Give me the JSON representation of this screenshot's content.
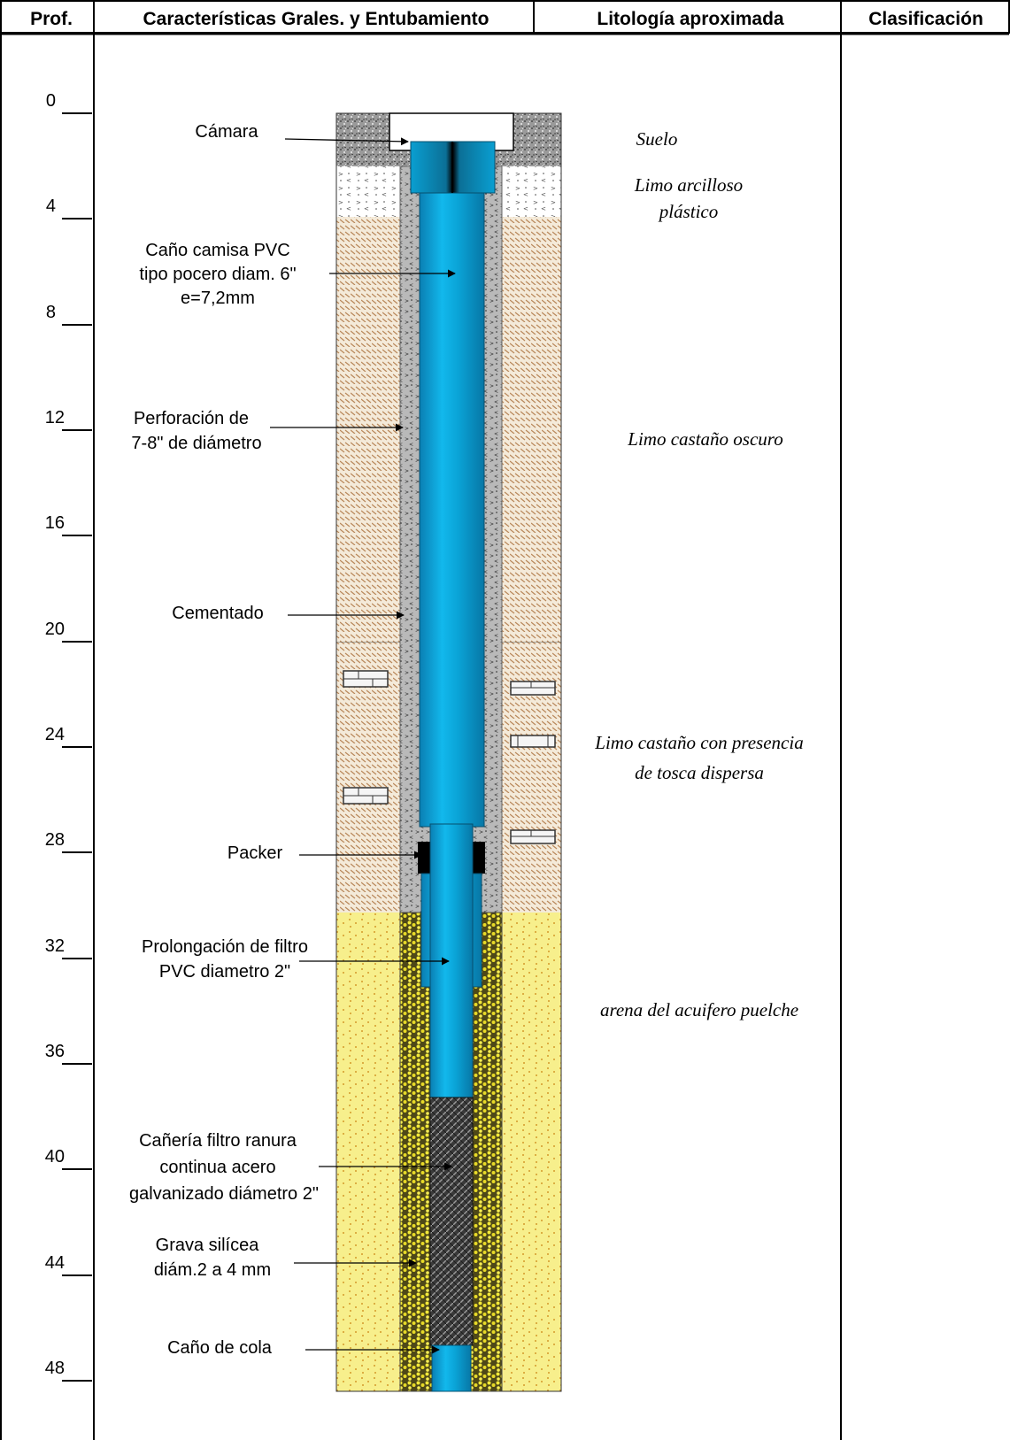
{
  "headers": {
    "depth": "Prof.",
    "construction": "Características Grales. y Entubamiento",
    "lithology": "Litología aproximada",
    "classification": "Clasificación"
  },
  "depth_ticks": [
    "0",
    "4",
    "8",
    "12",
    "16",
    "20",
    "24",
    "28",
    "32",
    "36",
    "40",
    "44",
    "48"
  ],
  "labels": {
    "camara": "Cámara",
    "camisa_1": "Caño camisa PVC",
    "camisa_2": "tipo pocero diam. 6\"",
    "camisa_3": "e=7,2mm",
    "perforacion_1": "Perforación de",
    "perforacion_2": "7-8\" de diámetro",
    "cementado": "Cementado",
    "packer": "Packer",
    "prolongacion_1": "Prolongación de filtro",
    "prolongacion_2": "PVC  diametro 2\"",
    "filtro_1": "Cañería filtro ranura",
    "filtro_2": "continua acero",
    "filtro_3": "galvanizado diámetro 2\"",
    "grava_1": "Grava silícea",
    "grava_2": "diám.2 a 4 mm",
    "cola": "Caño de cola"
  },
  "lithology": {
    "suelo": "Suelo",
    "limo_arc_1": "Limo arcilloso",
    "limo_arc_2": "plástico",
    "limo_castano": "Limo castaño oscuro",
    "tosca_1": "Limo castaño con presencia",
    "tosca_2": "de tosca dispersa",
    "arena": "arena del acuifero puelche"
  },
  "colors": {
    "pipe": "#0a9fd1",
    "sand": "#f7ef8c",
    "silt": "#f4ead9",
    "cement": "#b9b9b9",
    "gravel": "#c8b400",
    "packer": "#000000"
  }
}
